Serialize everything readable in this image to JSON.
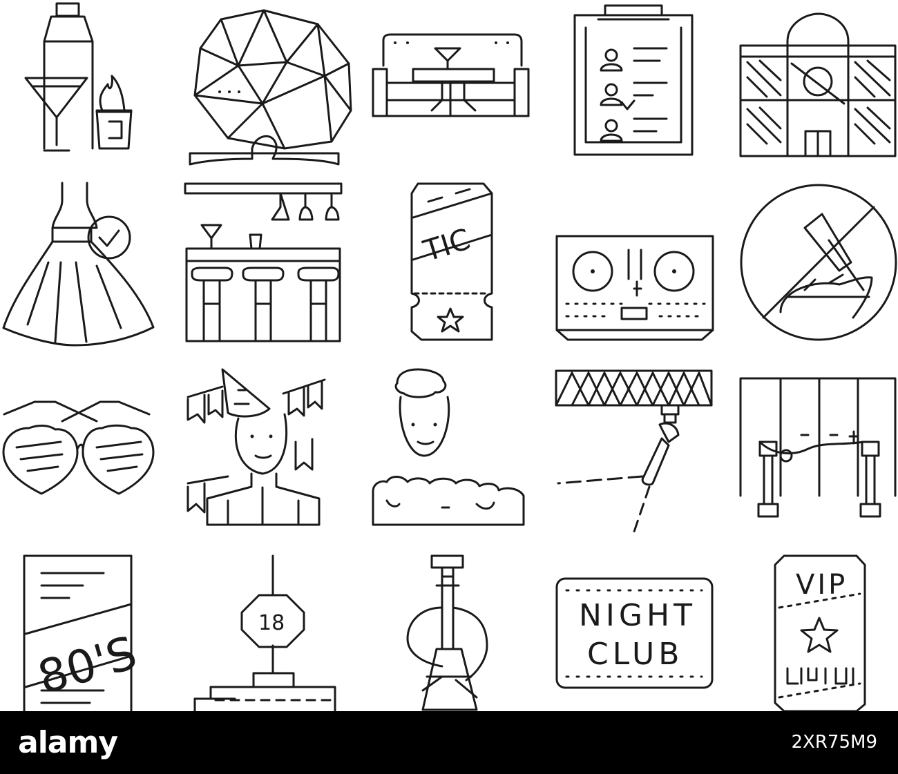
{
  "colors": {
    "background": "#ffffff",
    "line": "#1a1a1a",
    "footer": "#000000",
    "footer_text": "#ffffff"
  },
  "icons": [
    {
      "name": "cocktail-shaker-icon"
    },
    {
      "name": "disco-ball-icon"
    },
    {
      "name": "lounge-sofa-icon"
    },
    {
      "name": "guest-list-clipboard-icon"
    },
    {
      "name": "nightclub-building-icon"
    },
    {
      "name": "dress-code-icon"
    },
    {
      "name": "bar-counter-icon"
    },
    {
      "name": "ticket-icon",
      "label": "TIC"
    },
    {
      "name": "dj-controller-icon"
    },
    {
      "name": "no-drugs-icon"
    },
    {
      "name": "heart-sunglasses-icon"
    },
    {
      "name": "party-person-icon"
    },
    {
      "name": "foam-party-icon"
    },
    {
      "name": "stage-spotlight-icon"
    },
    {
      "name": "vip-entrance-icon"
    },
    {
      "name": "eighties-poster-icon",
      "label": "80'S"
    },
    {
      "name": "age-limit-sign-icon",
      "label": "18"
    },
    {
      "name": "hookah-icon"
    },
    {
      "name": "night-club-sign-icon",
      "label_line1": "NIGHT",
      "label_line2": "CLUB"
    },
    {
      "name": "vip-ticket-icon",
      "label": "VIP"
    }
  ],
  "footer": {
    "logo": "alamy",
    "image_id": "2XR75M9"
  }
}
